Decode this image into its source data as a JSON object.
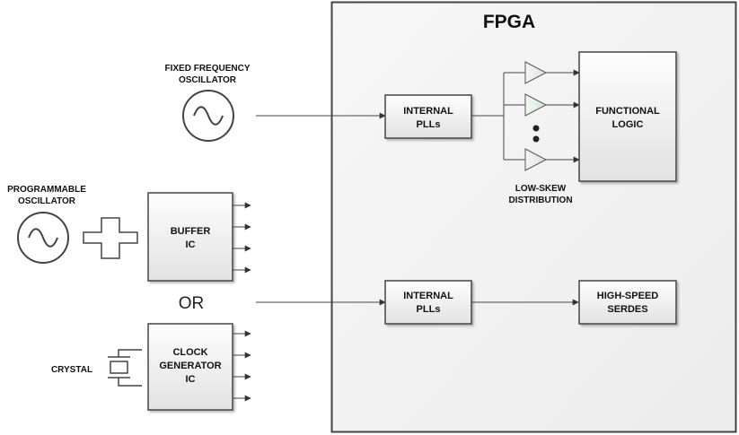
{
  "colors": {
    "line": "#444444",
    "block_fill_top": "#fdfdfd",
    "block_fill_bottom": "#e4e4e4",
    "fpga_fill": "#f3f3f3",
    "text": "#111111"
  },
  "fpga": {
    "title": "FPGA"
  },
  "fixed_oscillator": {
    "label_line1": "FIXED FREQUENCY",
    "label_line2": "OSCILLATOR",
    "icon": "sine-wave-icon"
  },
  "programmable_oscillator": {
    "label_line1": "PROGRAMMABLE",
    "label_line2": "OSCILLATOR",
    "icon": "sine-wave-icon"
  },
  "plus_symbol": {
    "icon": "plus-icon"
  },
  "buffer_ic": {
    "line1": "BUFFER",
    "line2": "IC"
  },
  "or_text": "OR",
  "crystal": {
    "label": "CRYSTAL",
    "icon": "crystal-icon"
  },
  "clock_generator": {
    "line1": "CLOCK",
    "line2": "GENERATOR",
    "line3": "IC"
  },
  "pll_top": {
    "line1": "INTERNAL",
    "line2": "PLLs"
  },
  "pll_bottom": {
    "line1": "INTERNAL",
    "line2": "PLLs"
  },
  "functional_logic": {
    "line1": "FUNCTIONAL",
    "line2": "LOGIC"
  },
  "serdes": {
    "line1": "HIGH-SPEED",
    "line2": "SERDES"
  },
  "distribution": {
    "line1": "LOW-SKEW",
    "line2": "DISTRIBUTION",
    "icon": "buffer-triangle-icon"
  }
}
